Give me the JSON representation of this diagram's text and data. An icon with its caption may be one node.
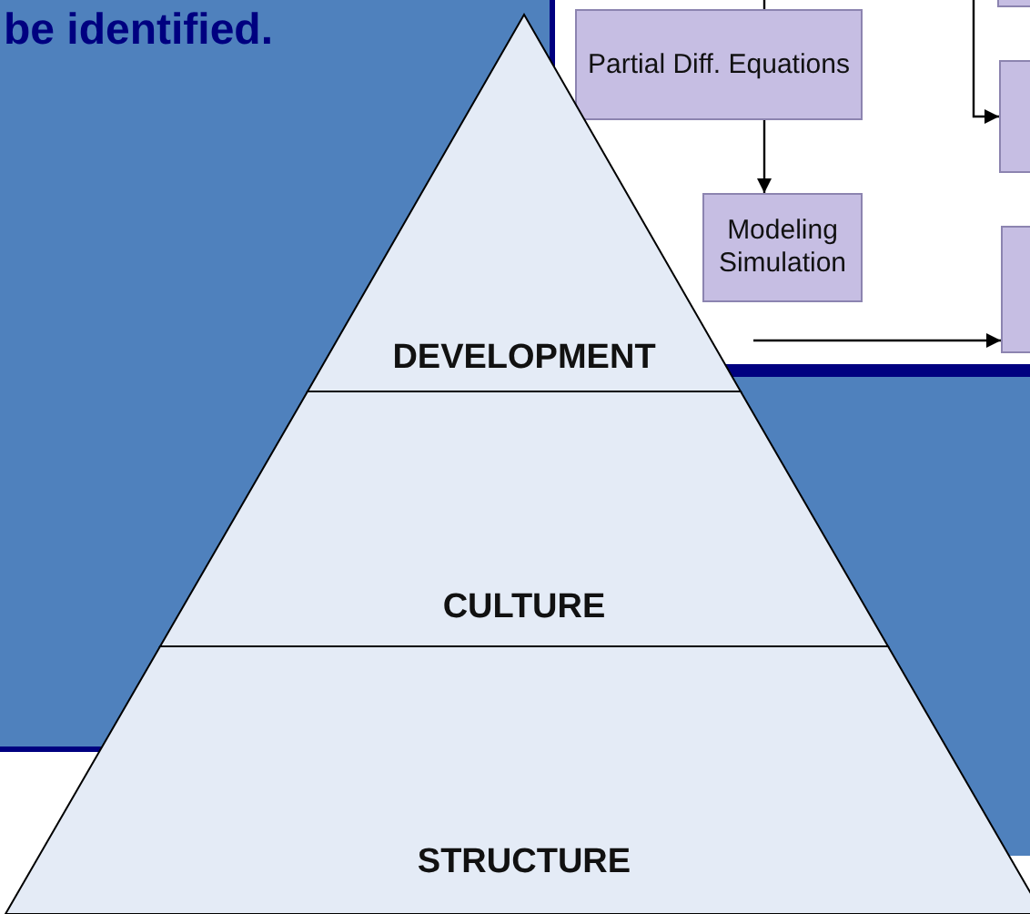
{
  "diagram": {
    "nodes": [
      {
        "text": [
          "DEVELOPMENT"
        ]
      },
      {
        "text": [
          "CULTURE"
        ]
      },
      {
        "text": [
          "STRUCTURE"
        ]
      },
      {
        "text": [
          "Partial Diff. Equations"
        ]
      },
      {
        "text": [
          "Modeling Simulation"
        ]
      },
      {
        "text": [],
        "shape": "box"
      },
      {
        "text": [],
        "shape": "box"
      },
      {
        "text": [],
        "shape": "box"
      }
    ],
    "edges": [
      {
        "from": null,
        "to": 3,
        "arrow": "none"
      },
      {
        "from": 3,
        "to": 4,
        "arrow": "to"
      },
      {
        "from": null,
        "to": 6,
        "arrow": "to"
      },
      {
        "from": null,
        "to": 7,
        "arrow": "to"
      }
    ],
    "labels": [
      "be identified."
    ]
  }
}
